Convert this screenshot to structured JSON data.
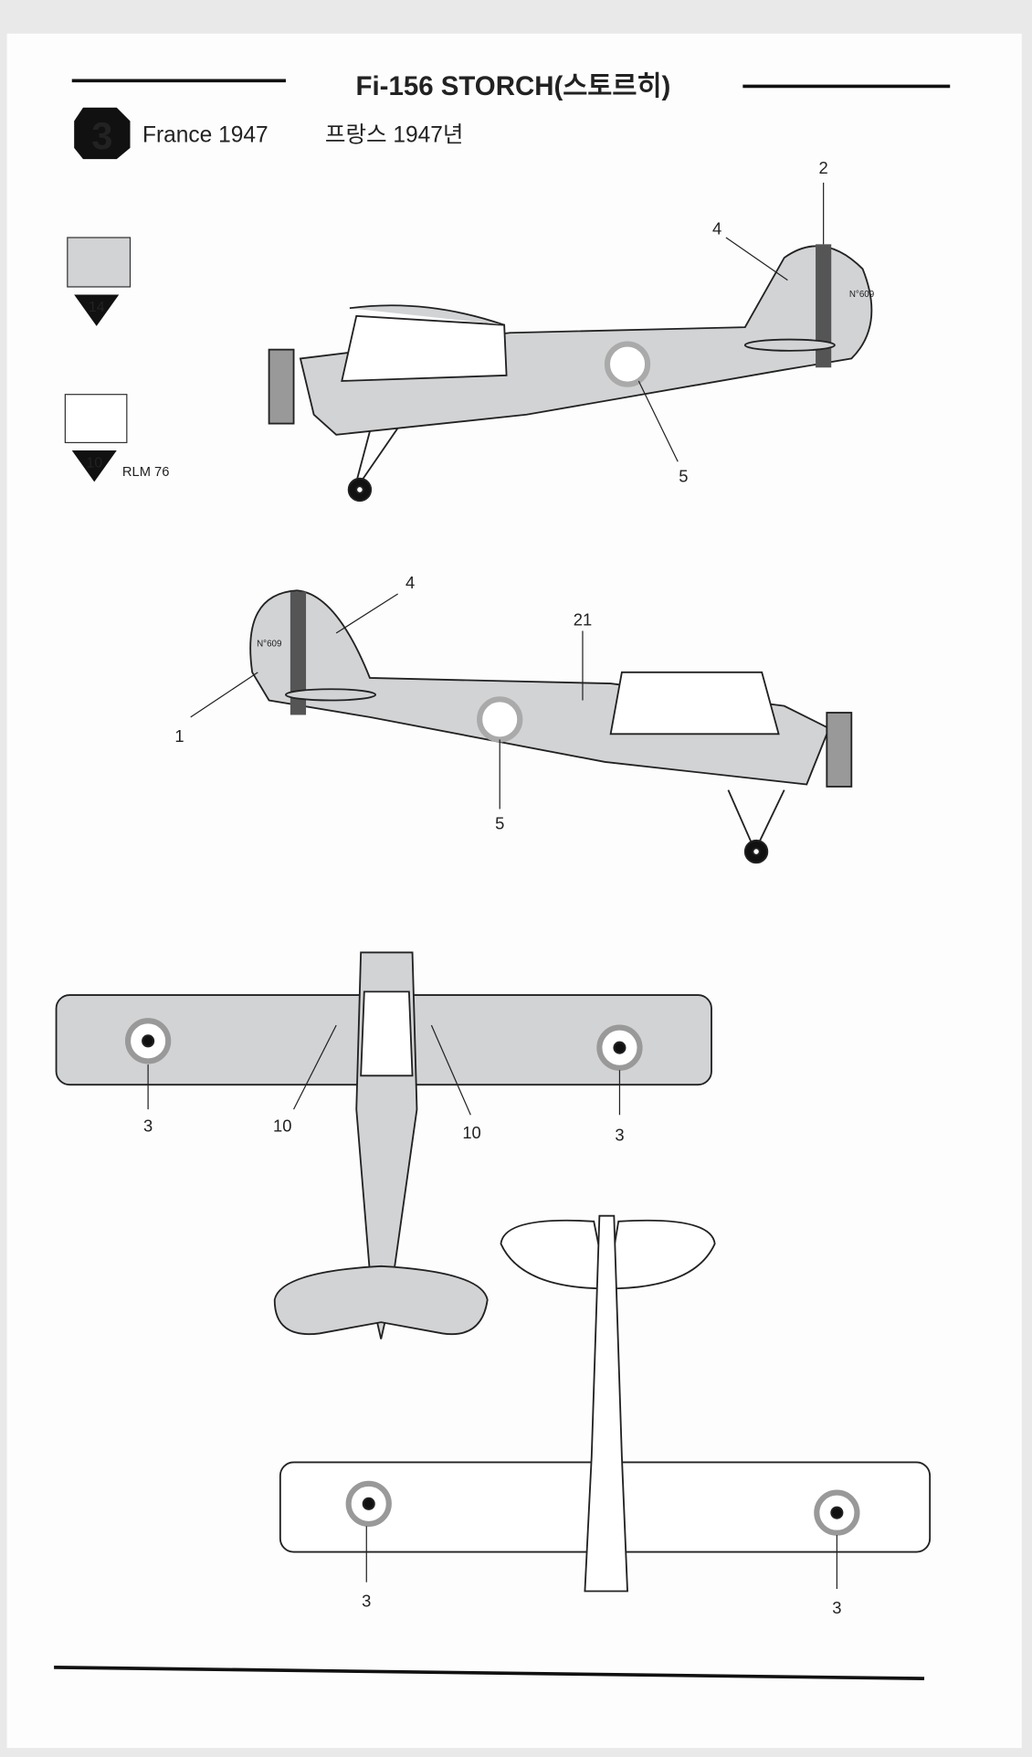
{
  "title": "Fi-156 STORCH(스토르히)",
  "scheme": {
    "number": "3",
    "label_en": "France 1947",
    "label_ko": "프랑스 1947년"
  },
  "colors": [
    {
      "code": "14",
      "name": "",
      "swatch": "#d2d3d5"
    },
    {
      "code": "10",
      "name": "RLM 76",
      "swatch": "#ffffff"
    }
  ],
  "callouts": {
    "side_right": [
      "2",
      "4",
      "5"
    ],
    "side_left": [
      "4",
      "21",
      "1",
      "5"
    ],
    "top": [
      "3",
      "10",
      "10",
      "3"
    ],
    "bottom": [
      "3",
      "3"
    ]
  },
  "tail_code": "N°609"
}
